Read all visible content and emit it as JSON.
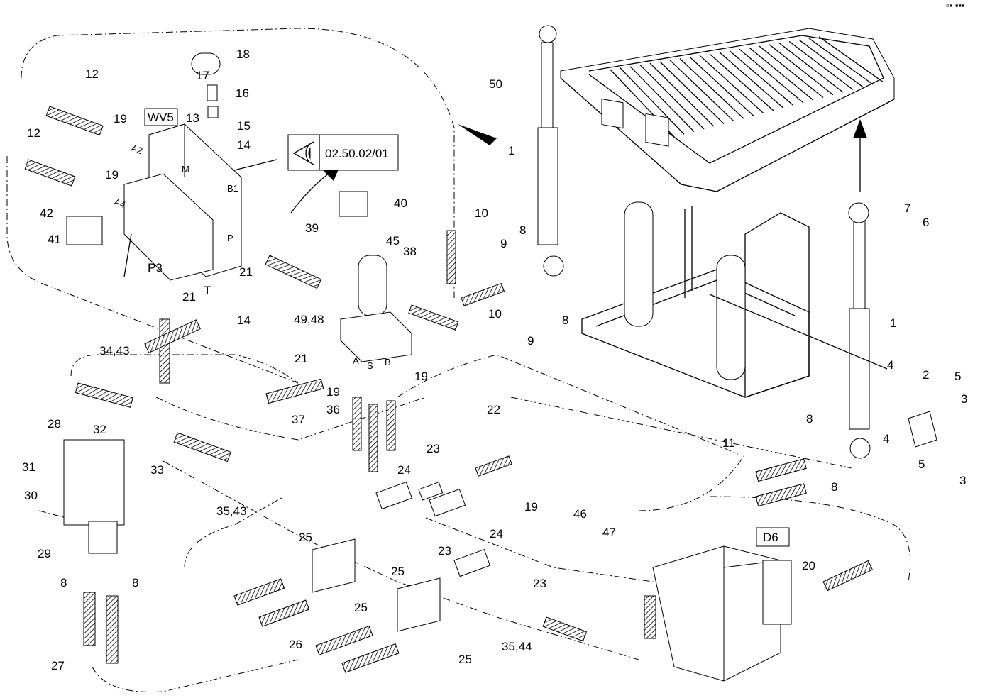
{
  "reference_box": {
    "icon": "eye-icon",
    "text": "02.50.02/01"
  },
  "corner_mark": "▫▪ ▪▪▪",
  "boxed_labels": {
    "wv5": "WV5",
    "d6": "D6"
  },
  "port_labels": {
    "a2": "A2",
    "a4": "A4",
    "b1": "B1",
    "p": "P",
    "p3": "P3",
    "t": "T",
    "m": "M",
    "a": "A",
    "b": "B",
    "s": "S"
  },
  "callouts": [
    "12",
    "18",
    "17",
    "16",
    "19",
    "13",
    "15",
    "12",
    "14",
    "19",
    "42",
    "41",
    "21",
    "39",
    "40",
    "45",
    "38",
    "50",
    "1",
    "10",
    "9",
    "8",
    "7",
    "6",
    "21",
    "14",
    "49,48",
    "10",
    "9",
    "8",
    "1",
    "34,43",
    "21",
    "19",
    "19",
    "36",
    "37",
    "22",
    "4",
    "2",
    "5",
    "3",
    "4",
    "5",
    "3",
    "28",
    "32",
    "33",
    "31",
    "30",
    "35,43",
    "23",
    "24",
    "19",
    "23",
    "24",
    "11",
    "8",
    "8",
    "46",
    "47",
    "29",
    "25",
    "25",
    "25",
    "23",
    "8",
    "8",
    "20",
    "26",
    "35,44",
    "25",
    "27"
  ]
}
